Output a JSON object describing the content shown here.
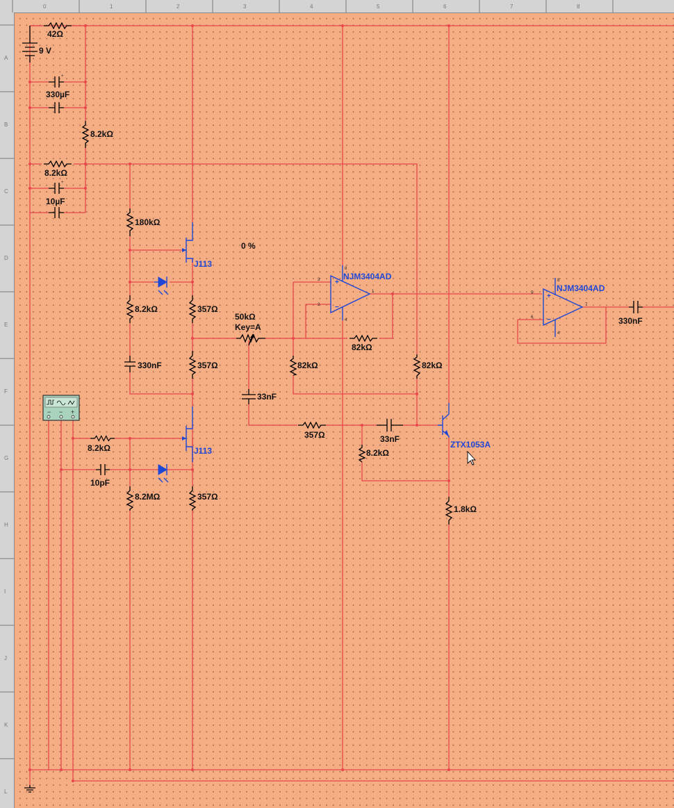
{
  "ruler": {
    "top": [
      "0",
      "1",
      "2",
      "3",
      "4",
      "5",
      "6",
      "7",
      "8"
    ],
    "left": [
      "A",
      "B",
      "C",
      "D",
      "E",
      "F",
      "G",
      "H",
      "I",
      "J",
      "K",
      "L"
    ]
  },
  "colors": {
    "background": "#f5ad84",
    "wire": "#e8464b",
    "component": "#000000",
    "highlight": "#1f47d6"
  },
  "labels": {
    "r_42": "42Ω",
    "battery": "9 V",
    "c_330u": "330µF",
    "r_8k2_a": "8.2kΩ",
    "r_8k2_b": "8.2kΩ",
    "c_10u": "10µF",
    "r_180k": "180kΩ",
    "percent": "0 %",
    "j113_top": "J113",
    "r_8k2_c": "8.2kΩ",
    "r_357_a": "357Ω",
    "pot_value": "50kΩ",
    "pot_key": "Key=A",
    "c_330n_left": "330nF",
    "r_357_b": "357Ω",
    "c_33n_vert": "33nF",
    "opamp1": "NJM3404AD",
    "r_82k_fb": "82kΩ",
    "r_82k_a": "82kΩ",
    "r_82k_b": "82kΩ",
    "opamp2": "NJM3404AD",
    "c_330n_out": "330nF",
    "r_357_c": "357Ω",
    "c_33n_h": "33nF",
    "transistor": "ZTX1053A",
    "r_8k2_d": "8.2kΩ",
    "r_8k2_e": "8.2kΩ",
    "j113_bottom": "J113",
    "c_10p": "10pF",
    "r_8m2": "8.2MΩ",
    "r_357_d": "357Ω",
    "r_1k8": "1.8kΩ"
  },
  "pins": {
    "op1_in_plus": "3",
    "op1_in_minus": "2",
    "op1_v_plus": "8",
    "op1_v_minus": "4",
    "op1_out": "1",
    "op2_in_plus": "5",
    "op2_in_minus": "6",
    "op2_v_plus": "8",
    "op2_v_minus": "4",
    "op2_out": "7"
  }
}
